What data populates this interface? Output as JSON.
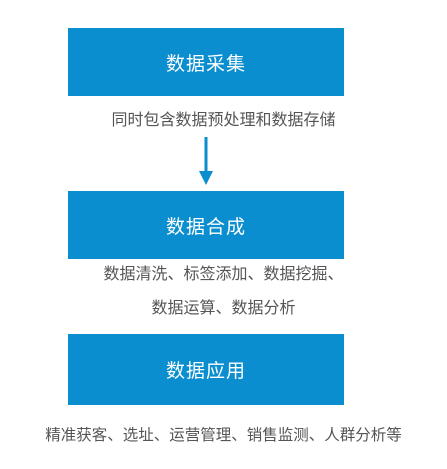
{
  "steps": [
    {
      "label": "数据采集",
      "caption_lines": [
        "同时包含数据预处理和数据存储"
      ]
    },
    {
      "label": "数据合成",
      "caption_lines": [
        "数据清洗、标签添加、数据挖掘、",
        "数据运算、数据分析"
      ]
    },
    {
      "label": "数据应用",
      "caption_lines": [
        "精准获客、选址、运营管理、销售监测、人群分析等"
      ]
    }
  ],
  "colors": {
    "box_fill": "#0b8ecf",
    "box_text": "#ffffff",
    "caption_text": "#555555",
    "arrow": "#0b8ecf"
  }
}
